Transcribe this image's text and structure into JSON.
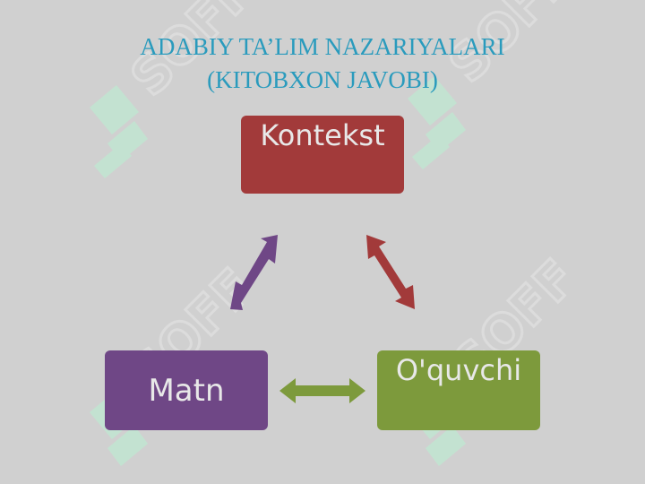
{
  "title": {
    "line1": "ADABIY TA’LIM NAZARIYALARI",
    "line2": "(KITOBXON JAVOBI)"
  },
  "nodes": {
    "kontekst": "Kontekst",
    "matn": "Matn",
    "oquvchi": "O'quvchi"
  },
  "colors": {
    "title": "#2a9bbd",
    "kontekst": "#a23a3a",
    "matn": "#6f4786",
    "oquvchi": "#7d9a3c",
    "watermark": "#a8f0c8"
  },
  "watermark": {
    "text": "SOFF",
    "icon": "soff-logo-icon"
  }
}
